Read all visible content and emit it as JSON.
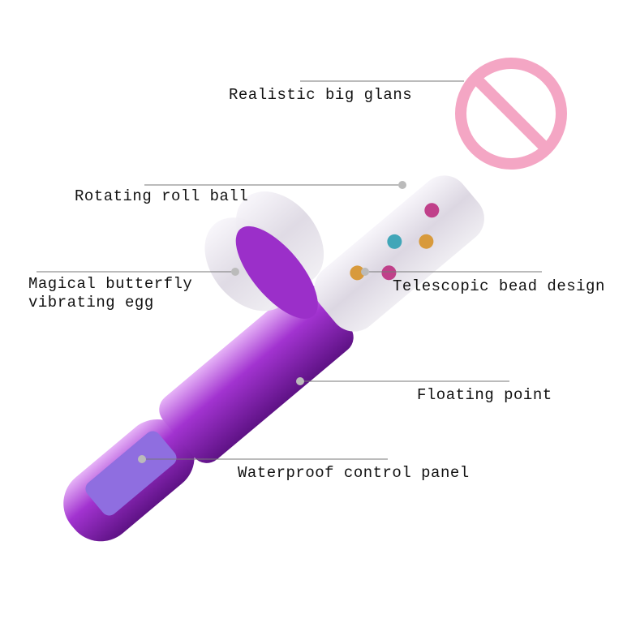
{
  "labels": {
    "glans": "Realistic big glans",
    "roll_ball": "Rotating roll ball",
    "butterfly_line1": "Magical butterfly",
    "butterfly_line2": "vibrating egg",
    "bead": "Telescopic bead design",
    "floating": "Floating point",
    "panel": "Waterproof control panel"
  },
  "colors": {
    "body": "#9b2fc9",
    "body_light": "#d79af0",
    "panel": "#8f6ee0",
    "clear": "#e9e6ee",
    "prohibition": "#f4a6c4"
  }
}
